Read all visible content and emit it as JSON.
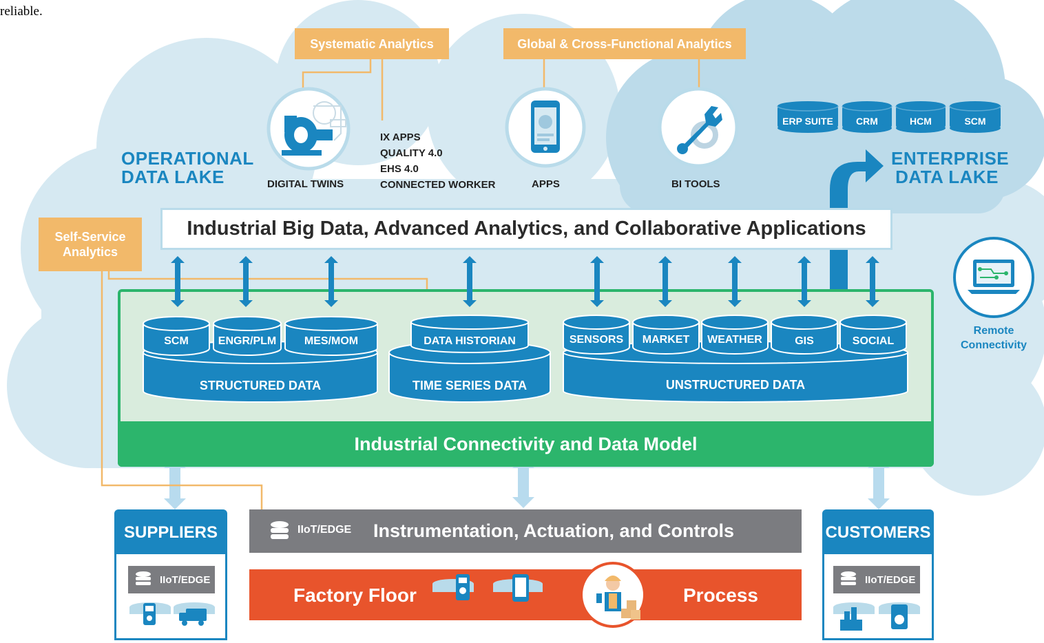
{
  "top_text": "reliable.",
  "analytics_tags": {
    "systematic": "Systematic Analytics",
    "global": "Global & Cross-Functional Analytics",
    "self_service": "Self-Service Analytics"
  },
  "operational_lake": {
    "line1": "OPERATIONAL",
    "line2": "DATA LAKE"
  },
  "enterprise_lake": {
    "line1": "ENTERPRISE",
    "line2": "DATA LAKE"
  },
  "apps_list": [
    "IX APPS",
    "QUALITY 4.0",
    "EHS 4.0",
    "CONNECTED WORKER"
  ],
  "circle_labels": {
    "digital_twins": "DIGITAL TWINS",
    "apps": "APPS",
    "bi_tools": "BI TOOLS"
  },
  "enterprise_systems": [
    "ERP SUITE",
    "CRM",
    "HCM",
    "SCM"
  ],
  "banner": "Industrial Big Data, Advanced Analytics, and Collaborative Applications",
  "structured": {
    "sources": [
      "SCM",
      "ENGR/PLM",
      "MES/MOM"
    ],
    "label": "STRUCTURED DATA"
  },
  "time_series": {
    "sources": [
      "DATA HISTORIAN"
    ],
    "label": "TIME SERIES DATA"
  },
  "unstructured": {
    "sources": [
      "SENSORS",
      "MARKET",
      "WEATHER",
      "GIS",
      "SOCIAL"
    ],
    "label": "UNSTRUCTURED DATA"
  },
  "connectivity_bar": "Industrial Connectivity and Data Model",
  "remote": {
    "line1": "Remote",
    "line2": "Connectivity"
  },
  "suppliers": {
    "title": "SUPPLIERS",
    "edge": "IIoT/EDGE"
  },
  "customers": {
    "title": "CUSTOMERS",
    "edge": "IIoT/EDGE"
  },
  "instrumentation": {
    "edge": "IIoT/EDGE",
    "label": "Instrumentation, Actuation, and Controls"
  },
  "factory": {
    "left": "Factory Floor",
    "right": "Process"
  },
  "colors": {
    "blue": "#1a86c0",
    "orange": "#f2b96a",
    "green": "#2cb56c",
    "light_green": "#d9ecdd",
    "gray": "#7b7c80",
    "red": "#e8542c",
    "cloud": "#d6e9f2",
    "cloud_dark": "#bcdbea"
  }
}
